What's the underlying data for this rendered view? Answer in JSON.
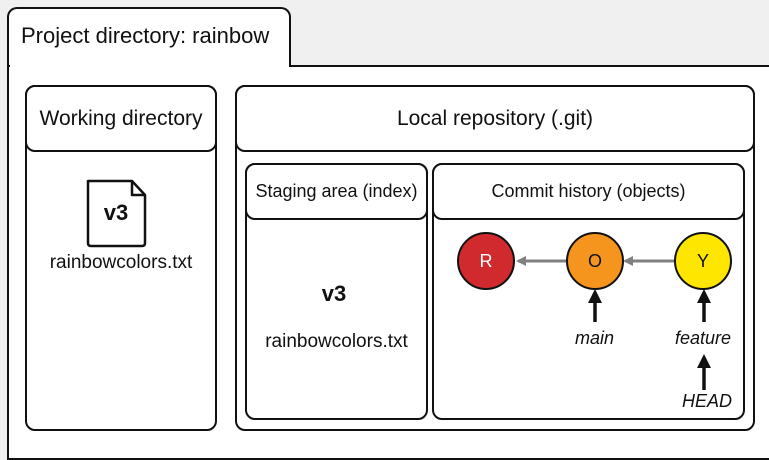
{
  "project_tab": {
    "label": "Project directory: rainbow"
  },
  "working_directory": {
    "title": "Working directory",
    "file": {
      "version": "v3",
      "name": "rainbowcolors.txt",
      "icon": "document-icon"
    }
  },
  "local_repository": {
    "title": "Local repository (.git)",
    "staging_area": {
      "title": "Staging area (index)",
      "file": {
        "version": "v3",
        "name": "rainbowcolors.txt",
        "icon": "document-icon"
      }
    },
    "commit_history": {
      "title": "Commit history (objects)",
      "commits": [
        {
          "label": "R",
          "color": "#d02a2f"
        },
        {
          "label": "O",
          "color": "#f5951d"
        },
        {
          "label": "Y",
          "color": "#ffe600"
        }
      ],
      "pointers": {
        "main": "main",
        "feature": "feature",
        "head": "HEAD"
      }
    }
  },
  "colors": {
    "border": "#111111",
    "arrow_gray": "#808080",
    "background": "#f0f0f0"
  }
}
